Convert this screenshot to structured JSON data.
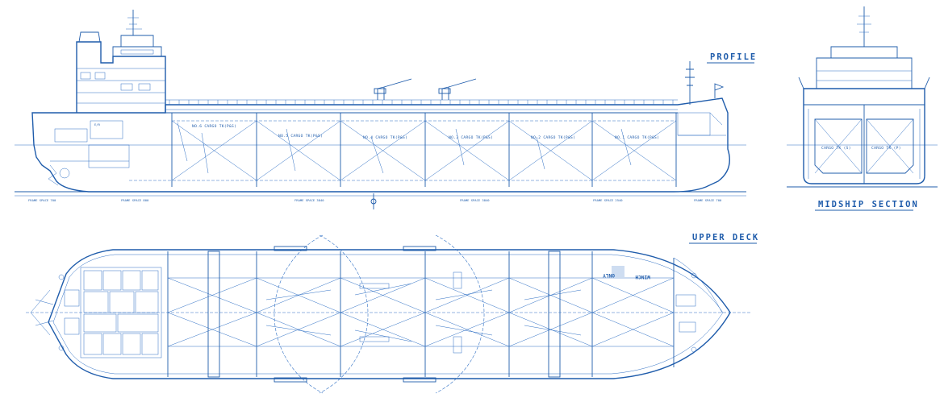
{
  "titles": {
    "profile": "PROFILE",
    "midship": "MIDSHIP SECTION",
    "upper_deck": "UPPER DECK"
  },
  "tanks": [
    "NO.6 CARGO TK(P&S)",
    "NO.5 CARGO TK(P&S)",
    "NO.4 CARGO TK(P&S)",
    "NO.3 CARGO TK(P&S)",
    "NO.2 CARGO TK(P&S)",
    "NO.1 CARGO TK(P&S)"
  ],
  "midship_tanks": [
    "CARGO TK (S)",
    "CARGO TK (P)"
  ],
  "frame_spaces": [
    "FRAME SPACE 700",
    "FRAME SPACE 800",
    "FRAME SPACE 3840",
    "FRAME SPACE 3840",
    "FRAME SPACE 2540",
    "FRAME SPACE 700"
  ],
  "engine_room": "E/R",
  "deck_markings": [
    "WINCH",
    "ONLY"
  ],
  "colors": {
    "line": "#1f5cab",
    "accent": "#3a78c8",
    "background": "#ffffff"
  }
}
